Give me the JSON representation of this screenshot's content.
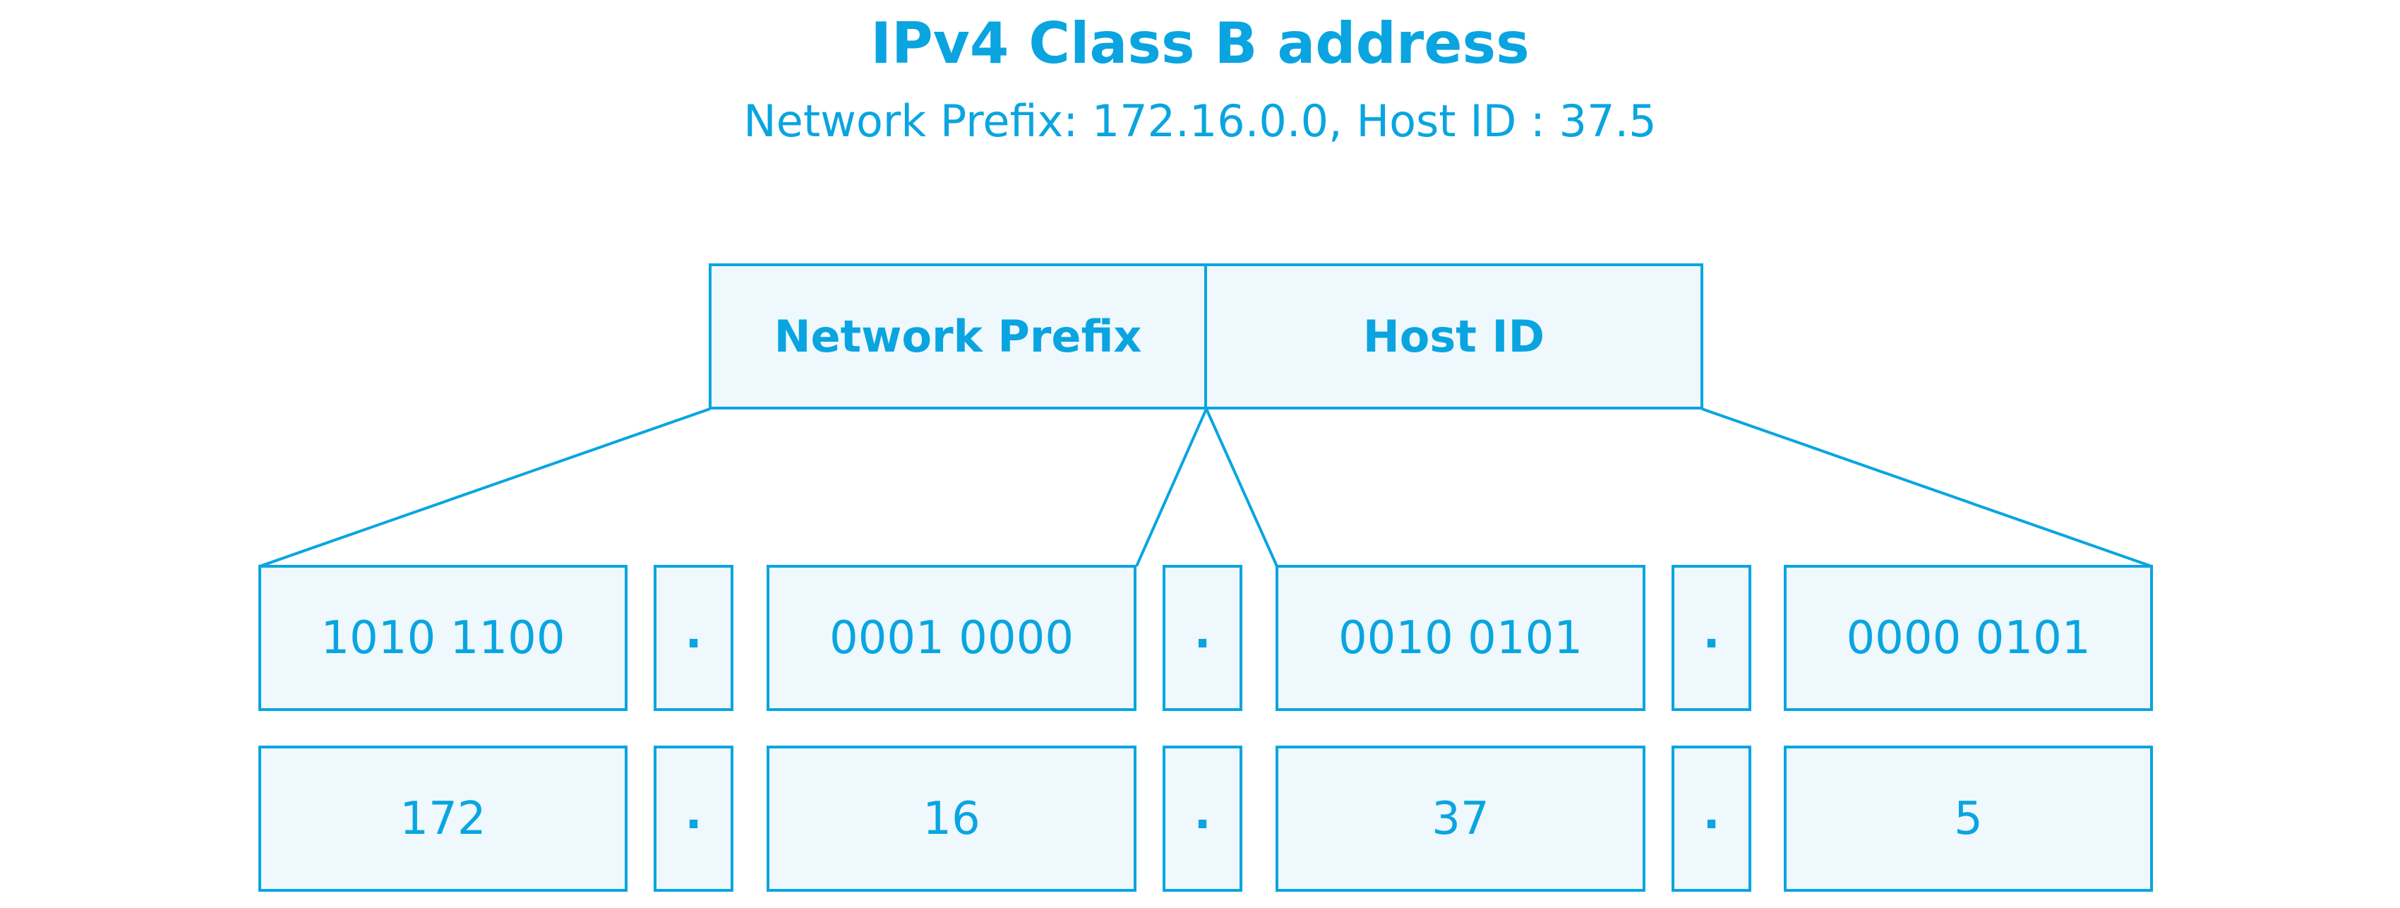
{
  "title": "IPv4 Class B address",
  "subtitle": "Network Prefix: 172.16.0.0, Host ID : 37.5",
  "headers": {
    "network_prefix": "Network Prefix",
    "host_id": "Host ID"
  },
  "octets": {
    "binary": [
      "1010 1100",
      "0001 0000",
      "0010 0101",
      "0000 0101"
    ],
    "decimal": [
      "172",
      "16",
      "37",
      "5"
    ]
  },
  "separator": ".",
  "colors": {
    "accent": "#0aa5e0",
    "box_fill": "#eef8fd",
    "background": "#ffffff"
  }
}
